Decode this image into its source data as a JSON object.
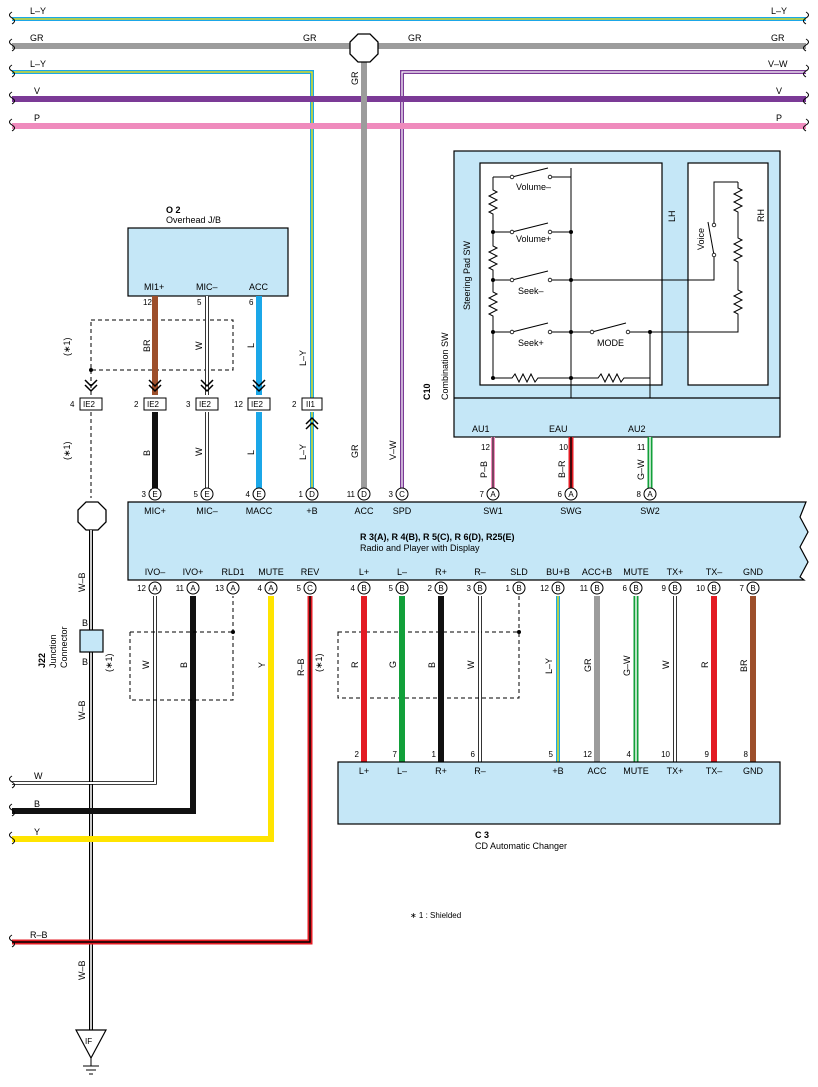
{
  "bus_lines": {
    "ly1": "L–Y",
    "gr": "GR",
    "ly2": "L–Y",
    "vw": "V–W",
    "v": "V",
    "p": "P"
  },
  "overhead_jb": {
    "code": "O 2",
    "name": "Overhead J/B",
    "pins": [
      "MI1+",
      "MIC–",
      "ACC"
    ],
    "pin_numbers": [
      "12",
      "5",
      "6"
    ]
  },
  "connectors": {
    "ie2": "IE2",
    "ii1": "II1",
    "ie2_left_num": "4",
    "ie2_nums": [
      "2",
      "3",
      "12"
    ],
    "ii1_num": "2"
  },
  "combination_sw": {
    "code": "C10",
    "name": "Combination SW",
    "steering_pad": "Steering Pad SW",
    "lh": "LH",
    "rh": "RH",
    "switches": [
      "Volume–",
      "Volume+",
      "Seek–",
      "Seek+",
      "MODE"
    ],
    "voice": "Voice",
    "terminals": [
      "AU1",
      "EAU",
      "AU2"
    ],
    "terminal_nums": [
      "12",
      "10",
      "11"
    ]
  },
  "wire_labels": {
    "br": "BR",
    "w": "W",
    "l": "L",
    "ly": "L–Y",
    "b": "B",
    "gr": "GR",
    "vw": "V–W",
    "pb": "P–B",
    "br2": "B–R",
    "gw": "G–W",
    "wb": "W–B",
    "y": "Y",
    "rb": "R–B",
    "r": "R",
    "g": "G",
    "shield": "(∗1)"
  },
  "radio": {
    "title": "R 3(A), R 4(B), R 5(C), R 6(D), R25(E)",
    "subtitle": "Radio and Player with Display",
    "top_pins": [
      {
        "num": "3",
        "letter": "E",
        "label": "MIC+"
      },
      {
        "num": "5",
        "letter": "E",
        "label": "MIC–"
      },
      {
        "num": "4",
        "letter": "E",
        "label": "MACC"
      },
      {
        "num": "1",
        "letter": "D",
        "label": "+B"
      },
      {
        "num": "11",
        "letter": "D",
        "label": "ACC"
      },
      {
        "num": "3",
        "letter": "C",
        "label": "SPD"
      },
      {
        "num": "7",
        "letter": "A",
        "label": "SW1"
      },
      {
        "num": "6",
        "letter": "A",
        "label": "SWG"
      },
      {
        "num": "8",
        "letter": "A",
        "label": "SW2"
      }
    ],
    "bottom_pins": [
      {
        "num": "12",
        "letter": "A",
        "label": "IVO–"
      },
      {
        "num": "11",
        "letter": "A",
        "label": "IVO+"
      },
      {
        "num": "13",
        "letter": "A",
        "label": "RLD1"
      },
      {
        "num": "4",
        "letter": "A",
        "label": "MUTE"
      },
      {
        "num": "5",
        "letter": "C",
        "label": "REV"
      },
      {
        "num": "4",
        "letter": "B",
        "label": "L+"
      },
      {
        "num": "5",
        "letter": "B",
        "label": "L–"
      },
      {
        "num": "2",
        "letter": "B",
        "label": "R+"
      },
      {
        "num": "3",
        "letter": "B",
        "label": "R–"
      },
      {
        "num": "1",
        "letter": "B",
        "label": "SLD"
      },
      {
        "num": "12",
        "letter": "B",
        "label": "BU+B"
      },
      {
        "num": "11",
        "letter": "B",
        "label": "ACC+B"
      },
      {
        "num": "6",
        "letter": "B",
        "label": "MUTE"
      },
      {
        "num": "9",
        "letter": "B",
        "label": "TX+"
      },
      {
        "num": "10",
        "letter": "B",
        "label": "TX–"
      },
      {
        "num": "7",
        "letter": "B",
        "label": "GND"
      }
    ]
  },
  "changer": {
    "code": "C 3",
    "name": "CD Automatic Changer",
    "pins": [
      {
        "num": "2",
        "label": "L+"
      },
      {
        "num": "7",
        "label": "L–"
      },
      {
        "num": "1",
        "label": "R+"
      },
      {
        "num": "6",
        "label": "R–"
      },
      {
        "num": "5",
        "label": "+B"
      },
      {
        "num": "12",
        "label": "ACC"
      },
      {
        "num": "4",
        "label": "MUTE"
      },
      {
        "num": "10",
        "label": "TX+"
      },
      {
        "num": "9",
        "label": "TX–"
      },
      {
        "num": "8",
        "label": "GND"
      }
    ]
  },
  "junction": {
    "code": "J22",
    "name1": "Junction",
    "name2": "Connector",
    "b": "B"
  },
  "ground": "IF",
  "footnote": "∗ 1 : Shielded",
  "colors": {
    "L": "#1ba7e8",
    "Y": "#ffe400",
    "GR": "#9c9c9c",
    "V": "#7b3a96",
    "P": "#ef8bbd",
    "BR": "#9d4f2b",
    "B": "#111111",
    "W": "#ffffff",
    "R": "#e31b23",
    "G": "#12a03a",
    "box": "#c5e7f7"
  }
}
